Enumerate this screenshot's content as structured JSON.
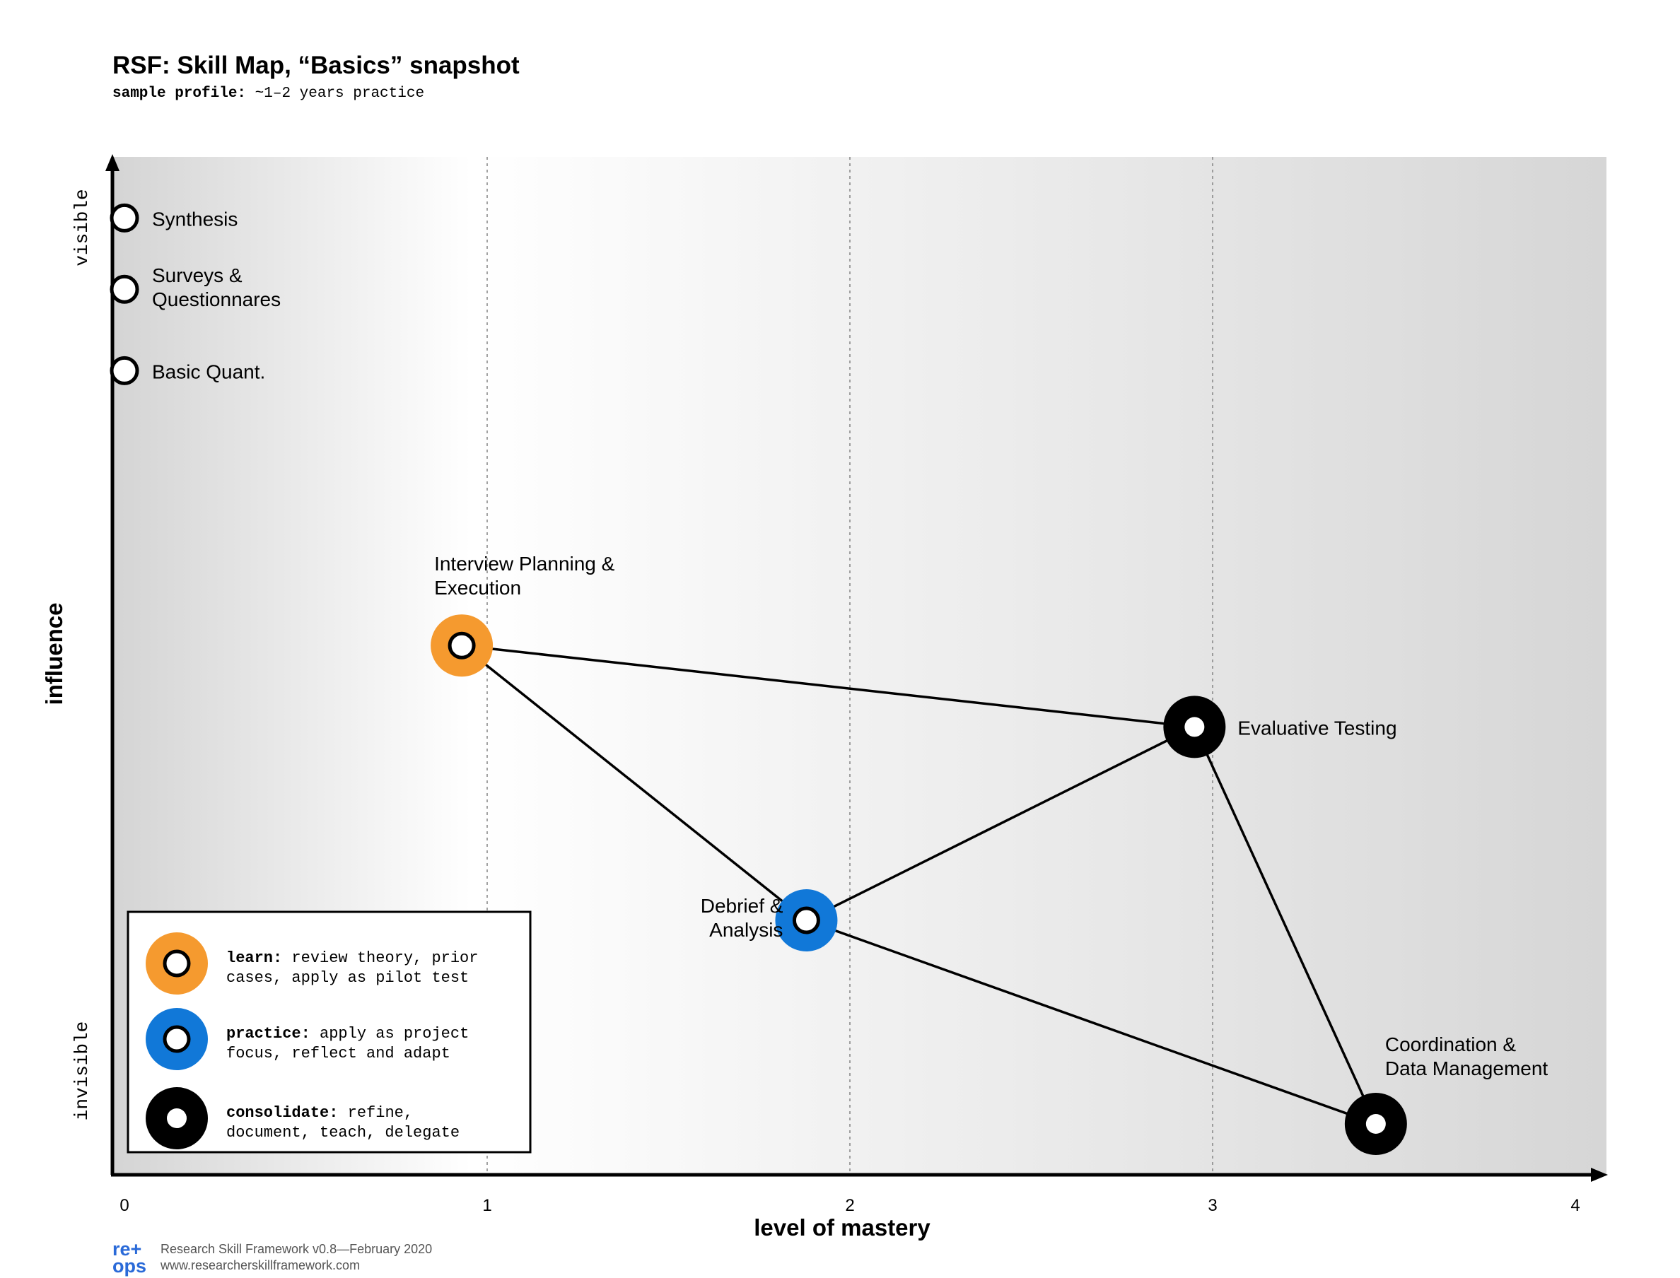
{
  "header": {
    "title": "RSF: Skill Map, “Basics” snapshot",
    "subtitle_bold": "sample profile:",
    "subtitle_rest": " ~1–2 years practice"
  },
  "colors": {
    "learn": "#f59a2f",
    "practice": "#1178d8",
    "consolidate": "#000000",
    "line": "#000000",
    "logo": "#2a6ad8"
  },
  "chart_data": {
    "type": "scatter",
    "xlabel": "level of mastery",
    "ylabel": "influence",
    "xlim": [
      0,
      4
    ],
    "x_ticks": [
      "0",
      "1",
      "2",
      "3",
      "4"
    ],
    "gridlines_x": [
      1,
      2,
      3
    ],
    "y_scale_labels": {
      "top": "visible",
      "bottom": "invisible"
    },
    "background": "horizontal gradient, darker at edges",
    "points": [
      {
        "label_lines": [
          "Synthesis"
        ],
        "x": 0,
        "y": 0.94,
        "stage": "none"
      },
      {
        "label_lines": [
          "Surveys &",
          "Questionnares"
        ],
        "x": 0,
        "y": 0.87,
        "stage": "none"
      },
      {
        "label_lines": [
          "Basic Quant."
        ],
        "x": 0,
        "y": 0.79,
        "stage": "none"
      },
      {
        "label_lines": [
          "Interview Planning &",
          "Execution"
        ],
        "x": 0.93,
        "y": 0.52,
        "stage": "learn"
      },
      {
        "label_lines": [
          "Evaluative Testing"
        ],
        "x": 2.95,
        "y": 0.44,
        "stage": "consolidate"
      },
      {
        "label_lines": [
          "Debrief &",
          "Analysis"
        ],
        "x": 1.88,
        "y": 0.25,
        "stage": "practice"
      },
      {
        "label_lines": [
          "Coordination &",
          "Data Management"
        ],
        "x": 3.45,
        "y": 0.05,
        "stage": "consolidate"
      }
    ],
    "edges": [
      [
        "Interview Planning & Execution",
        "Evaluative Testing"
      ],
      [
        "Interview Planning & Execution",
        "Debrief & Analysis"
      ],
      [
        "Debrief & Analysis",
        "Evaluative Testing"
      ],
      [
        "Debrief & Analysis",
        "Coordination & Data Management"
      ],
      [
        "Evaluative Testing",
        "Coordination & Data Management"
      ]
    ],
    "legend": {
      "placement": "bottom-left",
      "items": [
        {
          "stage": "learn",
          "bold": "learn:",
          "line1": " review theory, prior",
          "line2": "cases, apply as pilot test"
        },
        {
          "stage": "practice",
          "bold": "practice:",
          "line1": " apply as project",
          "line2": "focus, reflect and adapt"
        },
        {
          "stage": "consolidate",
          "bold": "consolidate:",
          "line1": " refine,",
          "line2": "document, teach, delegate"
        }
      ]
    }
  },
  "footer": {
    "logo_top": "re+",
    "logo_bottom": "ops",
    "line1": "Research Skill Framework v0.8—February 2020",
    "line2": "www.researcherskillframework.com"
  }
}
